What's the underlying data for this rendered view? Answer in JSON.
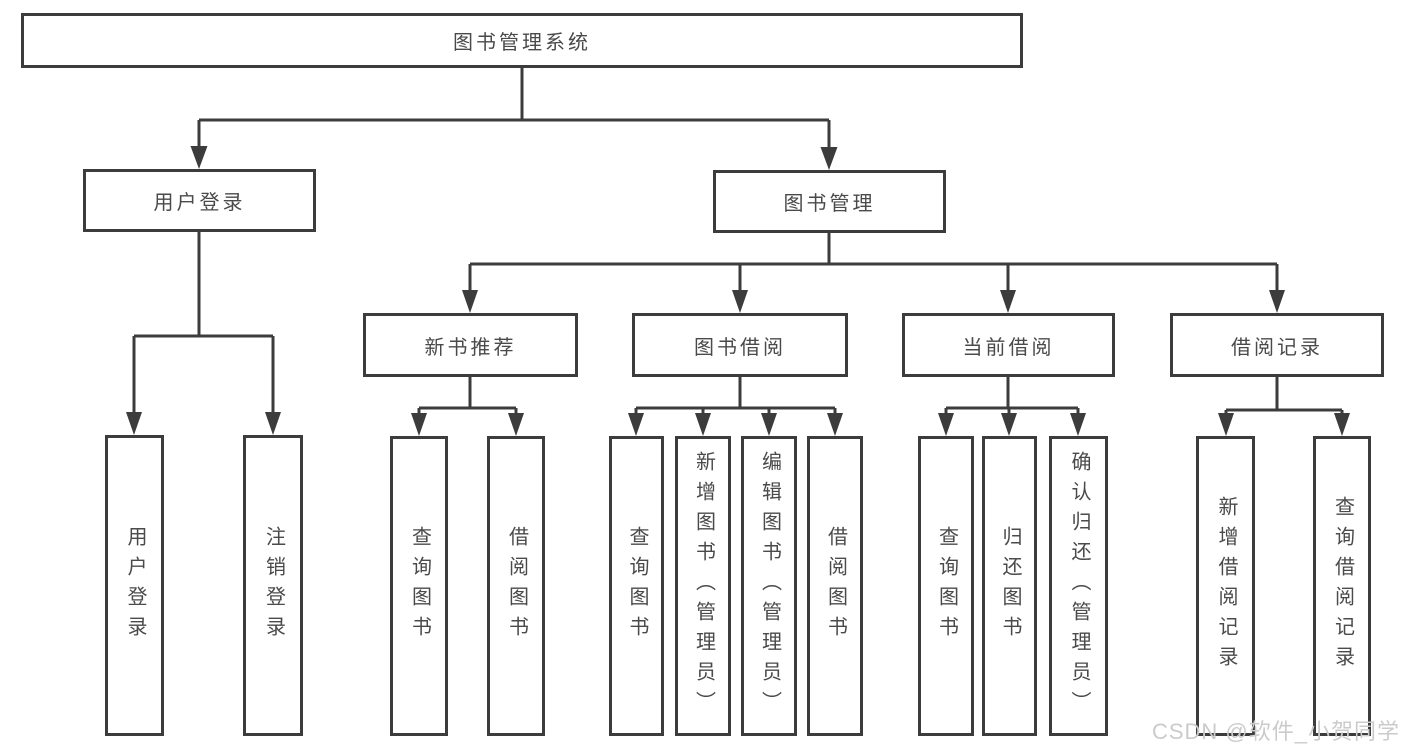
{
  "title": "图书管理系统",
  "tree": {
    "user_login": {
      "label": "用户登录",
      "children": {
        "login": "用户登录",
        "logout": "注销登录"
      }
    },
    "book_mgmt": {
      "label": "图书管理",
      "children": {
        "new_book": {
          "label": "新书推荐",
          "children": {
            "query": "查询图书",
            "borrow": "借阅图书"
          }
        },
        "book_borrow": {
          "label": "图书借阅",
          "children": {
            "query": "查询图书",
            "add": "新增图书（管理员）",
            "edit": "编辑图书（管理员）",
            "borrow": "借阅图书"
          }
        },
        "current_borrow": {
          "label": "当前借阅",
          "children": {
            "query": "查询图书",
            "return": "归还图书",
            "confirm": "确认归还（管理员）"
          }
        },
        "records": {
          "label": "借阅记录",
          "children": {
            "add": "新增借阅记录",
            "query": "查询借阅记录"
          }
        }
      }
    }
  },
  "watermark": "CSDN @软件_小贺同学",
  "colors": {
    "line": "#3c3c3c",
    "text": "#4a4a4a",
    "watermark": "#cbcbcb",
    "background": "#ffffff"
  }
}
